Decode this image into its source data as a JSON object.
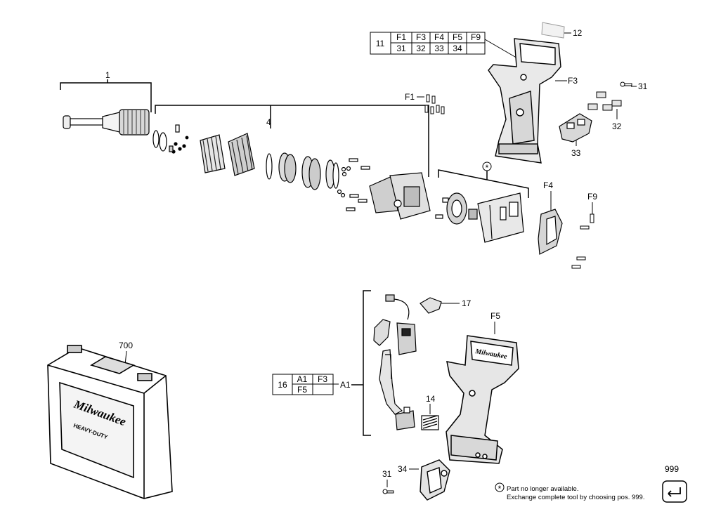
{
  "callouts": {
    "c1": "1",
    "c4": "4",
    "c12": "12",
    "cF3": "F3",
    "cF1": "F1",
    "c31a": "31",
    "c32": "32",
    "c33": "33",
    "cF4": "F4",
    "cF9": "F9",
    "c700": "700",
    "c17": "17",
    "cF5": "F5",
    "cA1": "A1",
    "c14": "14",
    "c31b": "31",
    "c34": "34",
    "c999": "999"
  },
  "table11": {
    "id": "11",
    "row1": [
      "F1",
      "F3",
      "F4",
      "F5",
      "F9"
    ],
    "row2": [
      "31",
      "32",
      "33",
      "34",
      ""
    ]
  },
  "table16": {
    "id": "16",
    "row1": [
      "A1",
      "F3"
    ],
    "row2": [
      "F5",
      ""
    ]
  },
  "note": {
    "symbol": "*",
    "line1": "Part no longer available.",
    "line2": "Exchange complete tool by choosing pos. 999."
  },
  "case_brand": "Milwaukee",
  "case_tag": "HEAVY-DUTY",
  "tool_brand": "Milwaukee"
}
